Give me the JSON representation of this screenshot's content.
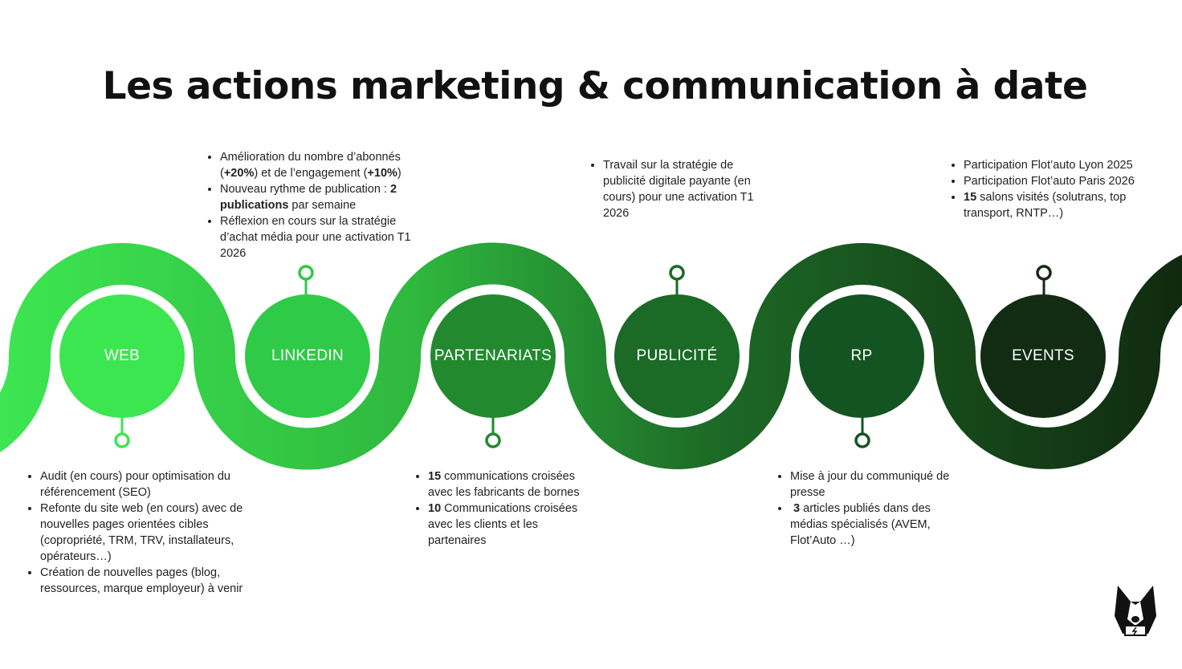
{
  "title": "Les actions marketing & communication à date",
  "colors": {
    "gradient_start": "#3de652",
    "gradient_end": "#102a0f"
  },
  "nodes": [
    {
      "label": "WEB",
      "color": "#3ce650"
    },
    {
      "label": "LINKEDIN",
      "color": "#2fca48"
    },
    {
      "label": "PARTENARIATS",
      "color": "#22892f"
    },
    {
      "label": "PUBLICITÉ",
      "color": "#1b6a26"
    },
    {
      "label": "RP",
      "color": "#145422"
    },
    {
      "label": "EVENTS",
      "color": "#112c12"
    }
  ],
  "web": [
    "Audit (en cours) pour optimisation du référencement (SEO)",
    "Refonte du site web (en cours) avec de nouvelles pages orientées cibles (copropriété, TRM, TRV, installateurs, opérateurs…)",
    "Création de nouvelles pages (blog, ressources, marque employeur) à venir"
  ],
  "linkedin": {
    "i0a": "Amélioration du nombre d’abonnés (",
    "i0b": "+20%",
    ")i0c": ") et de l’engagement (",
    "i0d": "+10%",
    "i0e": ")",
    "i1a": "Nouveau rythme de publication : ",
    "i1b": "2 publications",
    "i1c": " par semaine",
    "i2": "Réflexion en cours sur la stratégie d’achat média pour une activation T1 2026"
  },
  "partenariats": {
    "i0b": "15",
    "i0": " communications croisées avec les fabricants de bornes",
    "i1b": "10",
    "i1": " Communications croisées avec les clients et les partenaires"
  },
  "publicite": [
    "Travail sur la stratégie de publicité digitale payante (en cours) pour une activation T1 2026"
  ],
  "rp": {
    "i0": "Mise à jour du communiqué de presse",
    "i1b": "3",
    "i1": " articles publiés dans des médias spécialisés (AVEM, Flot’Auto …)"
  },
  "events": {
    "i0": "Participation Flot’auto Lyon 2025",
    "i1": "Participation Flot’auto Paris 2026",
    "i2b": "15",
    "i2": " salons visités (solutrans, top transport, RNTP…)"
  },
  "logo": "dog-logo"
}
